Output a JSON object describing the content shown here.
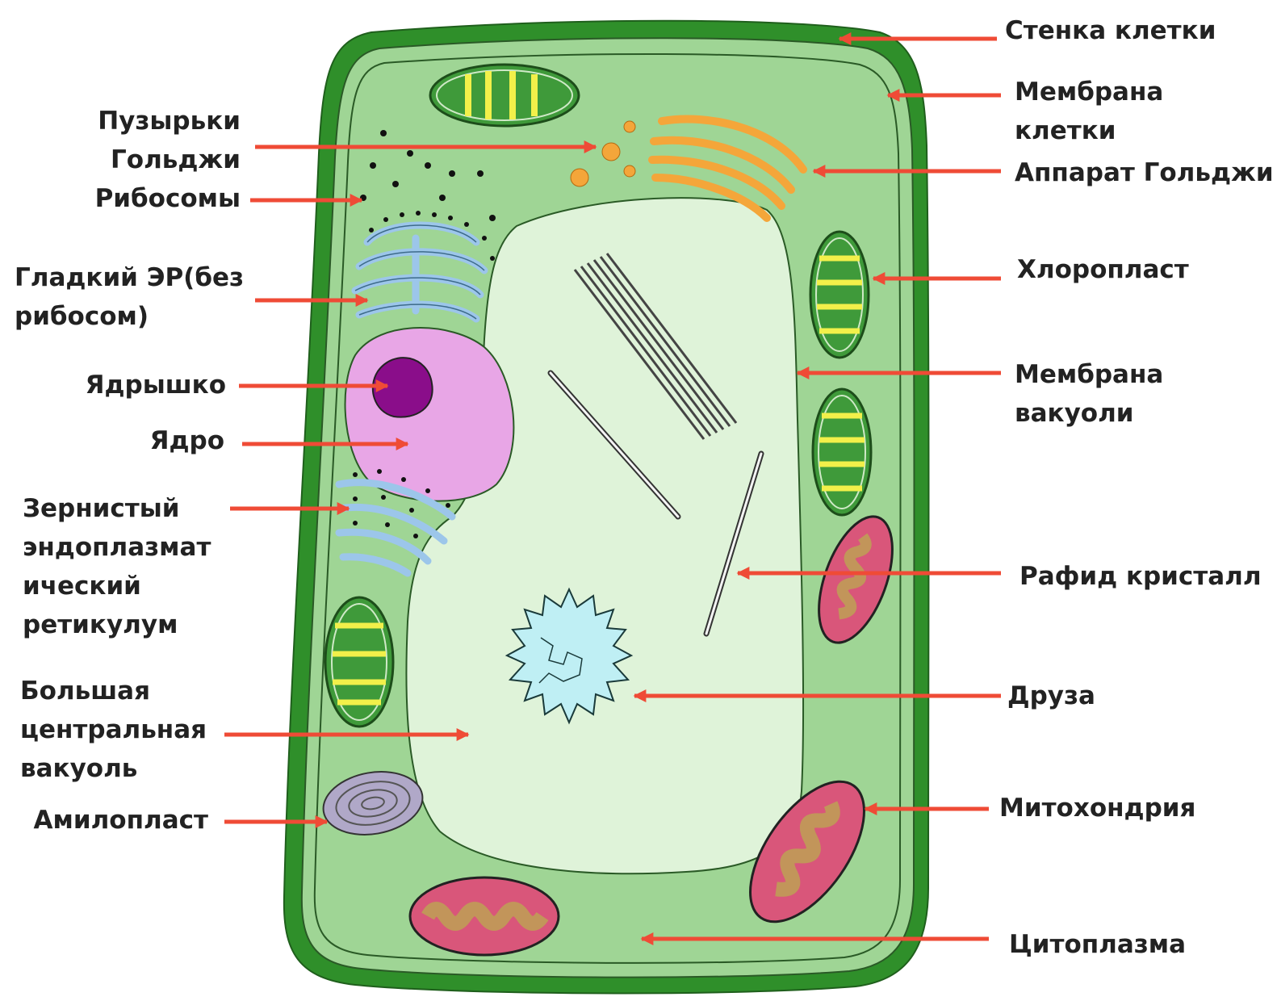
{
  "colors": {
    "cell_wall": "#2f8f2a",
    "cytoplasm": "#9fd595",
    "vacuole": "#dff3d9",
    "nucleus": "#e8a6e6",
    "nucleolus": "#8a0d8a",
    "golgi": "#f4a63a",
    "er": "#9cc6ea",
    "chloroplast_green": "#3f9a3a",
    "chloroplast_yellow": "#f2f04a",
    "mitochondrion_outer": "#d9567a",
    "mitochondrion_inner": "#c2955a",
    "druse": "#bfeff4",
    "amyloplast": "#b0a8c8",
    "arrow": "#ef4b36",
    "label_text": "#222222"
  },
  "icons": [
    "arrow-icon"
  ],
  "labels": {
    "cell_wall": "Стенка клетки",
    "cell_membrane": "Мембрана\nклетки",
    "golgi_apparatus": "Аппарат Гольджи",
    "chloroplast": "Хлоропласт",
    "vacuole_membrane": "Мембрана\nвакуоли",
    "raphide_crystal": "Рафид  кристалл",
    "druse": "Друза",
    "mitochondrion": "Митохондрия",
    "cytoplasm": "Цитоплазма",
    "golgi_vesicles": "Пузырьки\nГольджи",
    "ribosomes": "Рибосомы",
    "smooth_er": "Гладкий ЭР(без\nрибосом)",
    "nucleolus": "Ядрышко",
    "nucleus": "Ядро",
    "rough_er": "Зернистый\nэндоплазмат\nический\nретикулум",
    "central_vacuole": "Большая\nцентральная\nвакуоль",
    "amyloplast": "Амилопласт"
  }
}
